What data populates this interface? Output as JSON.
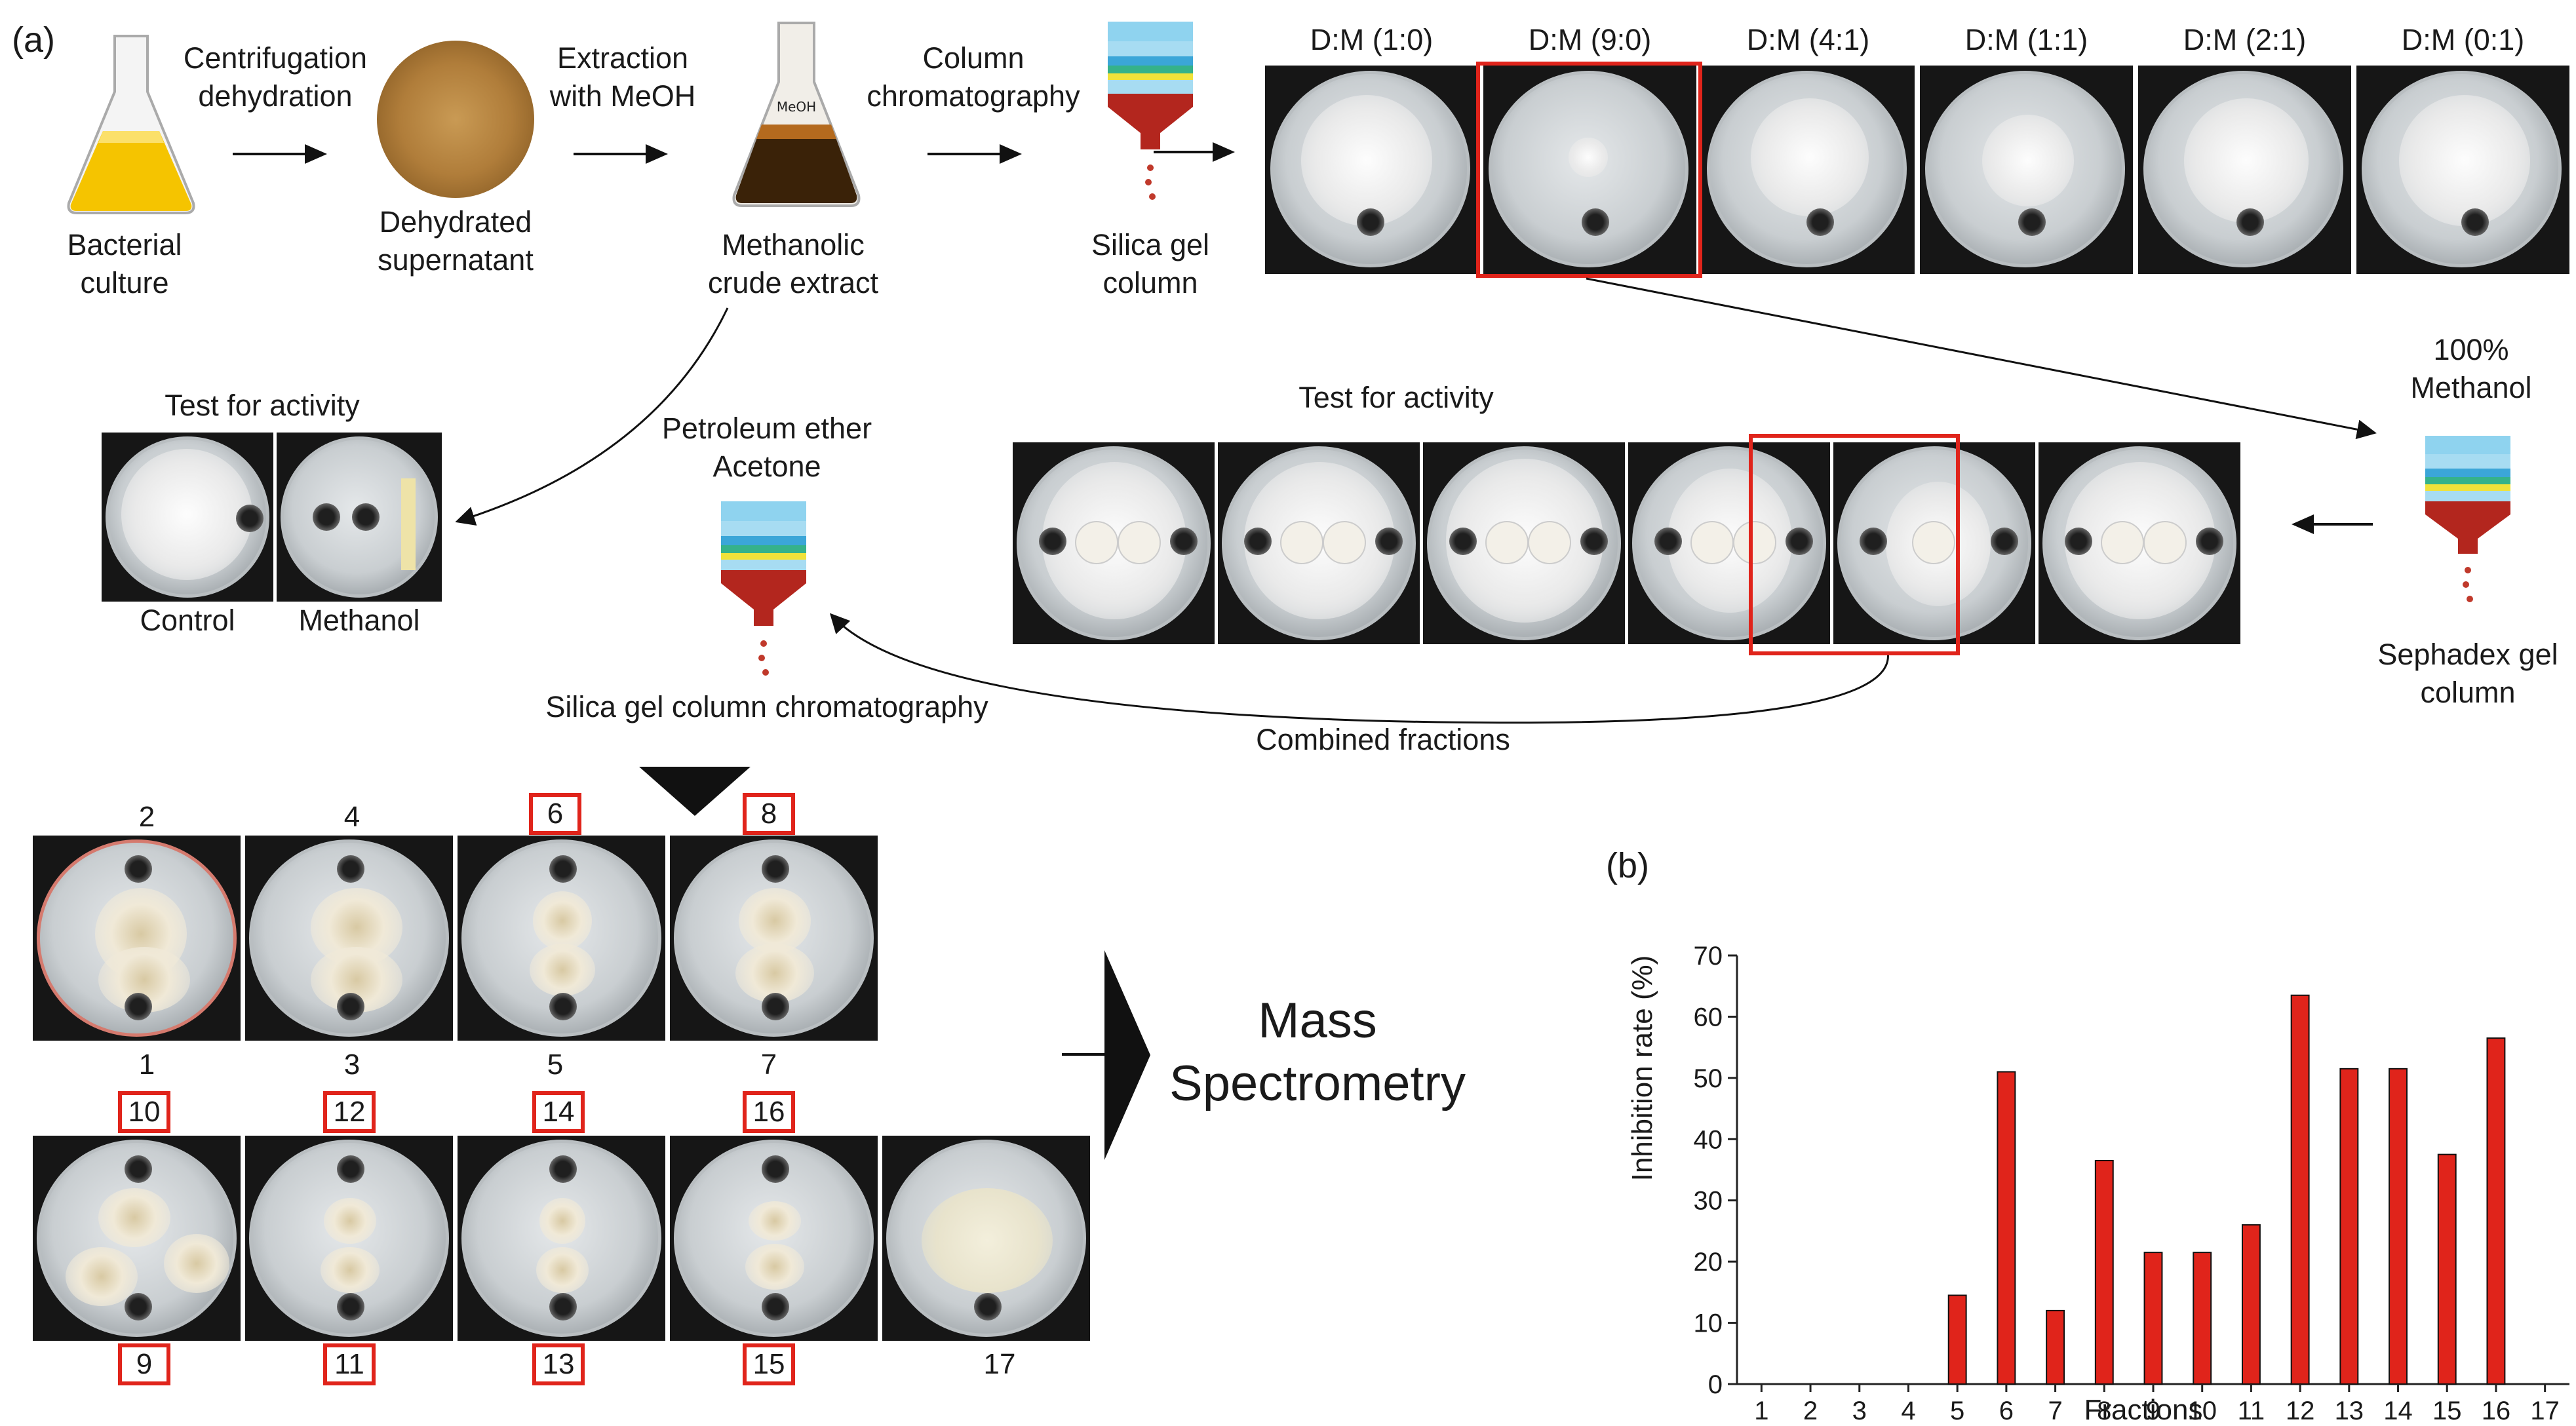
{
  "panel_a": {
    "label": "(a)",
    "step_bacterial": [
      "Bacterial",
      "culture"
    ],
    "step_centrifugation": [
      "Centrifugation",
      "dehydration"
    ],
    "step_dehydrated": [
      "Dehydrated",
      "supernatant"
    ],
    "step_extraction": [
      "Extraction",
      "with MeOH"
    ],
    "step_methanolic": [
      "Methanolic",
      "crude extract"
    ],
    "step_column": [
      "Column",
      "chromatography"
    ],
    "step_silica": [
      "Silica gel",
      "column"
    ],
    "flask_label": "MeOH",
    "dm_labels": [
      "D:M (1:0)",
      "D:M (9:0)",
      "D:M (4:1)",
      "D:M (1:1)",
      "D:M (2:1)",
      "D:M (0:1)"
    ],
    "test_activity_left": "Test for activity",
    "control": "Control",
    "methanol": "Methanol",
    "petroleum": [
      "Petroleum ether",
      "Acetone"
    ],
    "silica_chroma": "Silica gel column chromatography",
    "test_activity_right": "Test for activity",
    "pct_methanol": [
      "100%",
      "Methanol"
    ],
    "sephadex": [
      "Sephadex gel",
      "column"
    ],
    "combined": "Combined fractions",
    "top_row_numbers": [
      "2",
      "4",
      "6",
      "8"
    ],
    "top_row_boxed": [
      false,
      false,
      true,
      true
    ],
    "mid_row_numbers": [
      "1",
      "3",
      "5",
      "7"
    ],
    "second_top_numbers": [
      "10",
      "12",
      "14",
      "16"
    ],
    "bottom_numbers": [
      "9",
      "11",
      "13",
      "15",
      "17"
    ],
    "bottom_boxed": [
      true,
      true,
      true,
      true,
      false
    ],
    "mass_spec": [
      "Mass",
      "Spectrometry"
    ]
  },
  "panel_b": {
    "label": "(b)"
  },
  "chart_data": {
    "type": "bar",
    "categories": [
      "1",
      "2",
      "3",
      "4",
      "5",
      "6",
      "7",
      "8",
      "9",
      "10",
      "11",
      "12",
      "13",
      "14",
      "15",
      "16",
      "17"
    ],
    "values": [
      0,
      0,
      0,
      0,
      14.5,
      51,
      12,
      36.5,
      21.5,
      21.5,
      26,
      63.5,
      51.5,
      51.5,
      37.5,
      56.5,
      0
    ],
    "xlabel": "Fractions",
    "ylabel": "Inhibition rate (%)",
    "ylim": [
      0,
      70
    ],
    "yticks": [
      "0",
      "10",
      "20",
      "30",
      "40",
      "50",
      "60",
      "70"
    ],
    "grid": false,
    "bar_color": "#e0241b"
  }
}
